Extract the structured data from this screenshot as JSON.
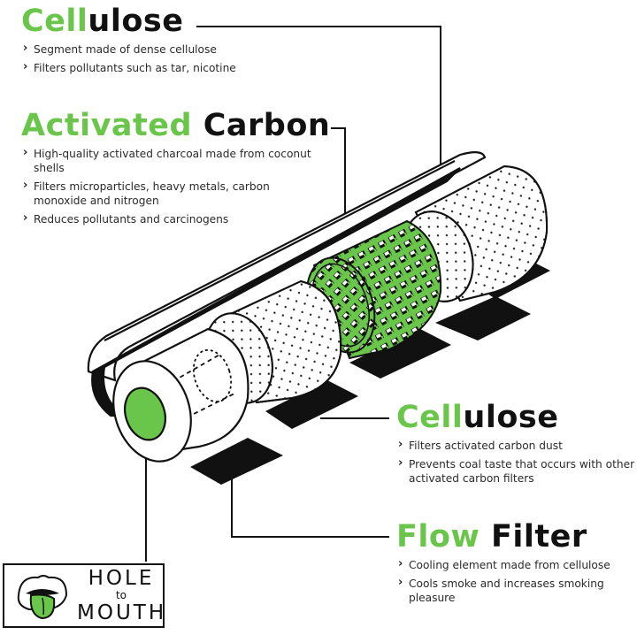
{
  "colors": {
    "accent_green": "#6ac64b",
    "ink": "#111111",
    "background": "#ffffff"
  },
  "sections": {
    "cellulose_top": {
      "title_green": "Cell",
      "title_black": "ulose",
      "bullets": [
        "Segment made of dense cellulose",
        "Filters pollutants such as tar, nicotine"
      ]
    },
    "activated_carbon": {
      "title_green": "Activated",
      "title_black": "Carbon",
      "bullets": [
        "High-quality activated charcoal made from coconut shells",
        "Filters microparticles, heavy metals, carbon monoxide and nitrogen",
        "Reduces pollutants and carcinogens"
      ]
    },
    "cellulose_bottom": {
      "title_green": "Cell",
      "title_black": "ulose",
      "bullets": [
        "Filters activated carbon dust",
        "Prevents coal taste that occurs with other activated carbon filters"
      ]
    },
    "flow_filter": {
      "title_green": "Flow",
      "title_black": "Filter",
      "bullets": [
        "Cooling element made from cellulose",
        "Cools smoke and increases smoking pleasure"
      ]
    }
  },
  "logo": {
    "line1": "HOLE",
    "line2": "to",
    "line3": "MOUTH",
    "icon": "tongue-mouth-icon"
  },
  "illustration": {
    "subject": "exploded cigarette filter cylinder",
    "segments": [
      "hole-to-mouth tube",
      "flow filter",
      "cellulose",
      "activated carbon granules",
      "cellulose"
    ]
  }
}
